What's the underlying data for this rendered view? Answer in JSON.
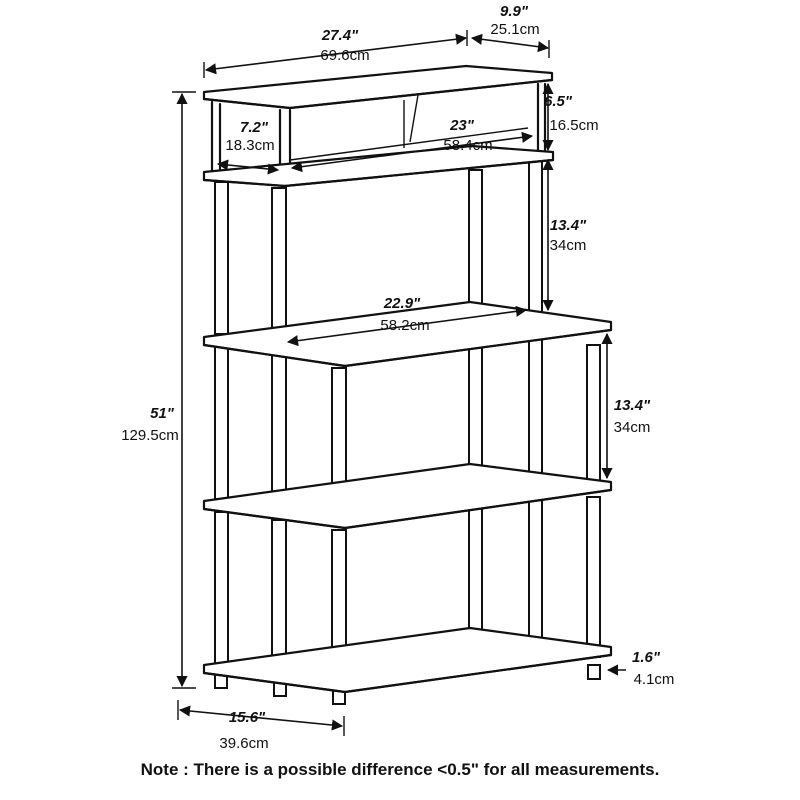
{
  "dimensions": {
    "overall_width": {
      "imperial": "27.4\"",
      "metric": "69.6cm"
    },
    "overall_depth": {
      "imperial": "9.9\"",
      "metric": "25.1cm"
    },
    "top_height": {
      "imperial": "6.5\"",
      "metric": "16.5cm"
    },
    "top_side_width": {
      "imperial": "7.2\"",
      "metric": "18.3cm"
    },
    "top_inner_width": {
      "imperial": "23\"",
      "metric": "58.4cm"
    },
    "upper_gap": {
      "imperial": "13.4\"",
      "metric": "34cm"
    },
    "shelf_width": {
      "imperial": "22.9\"",
      "metric": "58.2cm"
    },
    "middle_gap": {
      "imperial": "13.4\"",
      "metric": "34cm"
    },
    "total_height": {
      "imperial": "51\"",
      "metric": "129.5cm"
    },
    "bottom_depth": {
      "imperial": "15.6\"",
      "metric": "39.6cm"
    },
    "foot_height": {
      "imperial": "1.6\"",
      "metric": "4.1cm"
    }
  },
  "note": "Note : There is a possible difference <0.5\" for all measurements."
}
